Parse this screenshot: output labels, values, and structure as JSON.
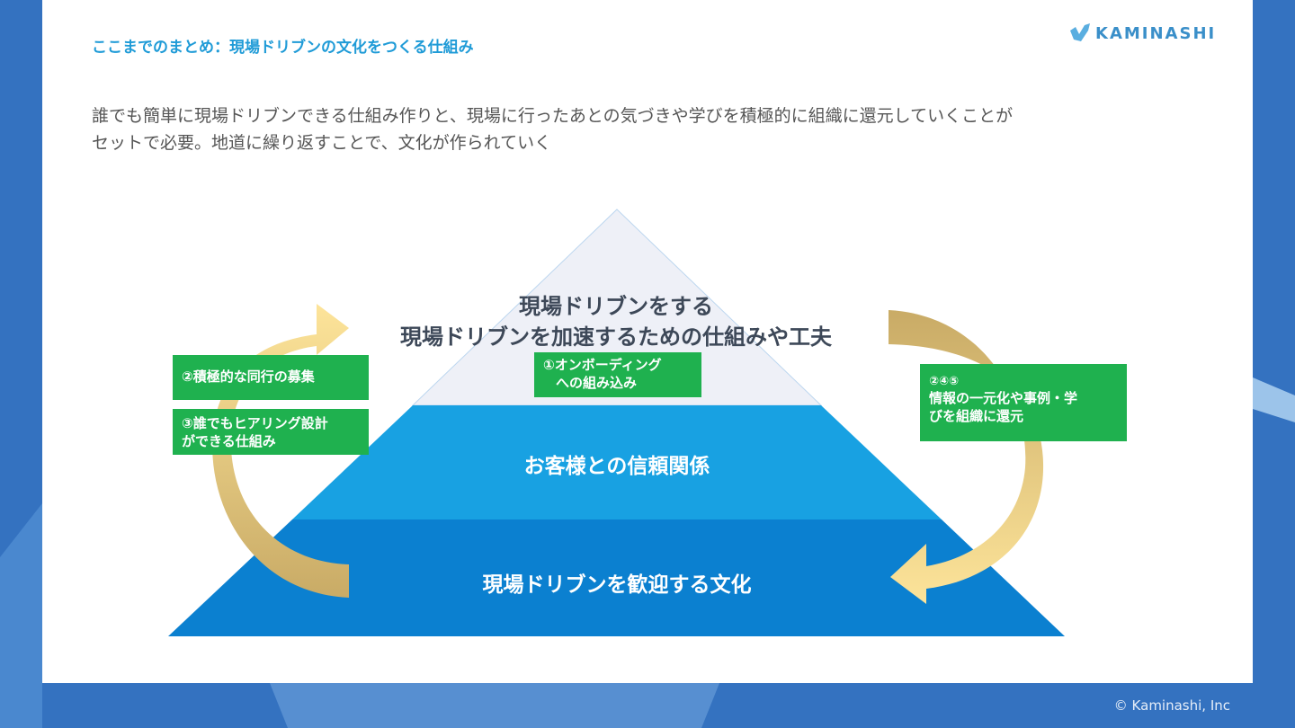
{
  "slide": {
    "title": "ここまでのまとめ：現場ドリブンの文化をつくる仕組み",
    "logo": "KAMINASHI",
    "body_lines": [
      "誰でも簡単に現場ドリブンできる仕組み作りと、現場に行ったあとの気づきや学びを積極的に組織に還元していくことが",
      "セットで必要。地道に繰り返すことで、文化が作られていく"
    ],
    "footer": "© Kaminashi, Inc"
  },
  "pyramid": {
    "top_lines": [
      "現場ドリブンをする",
      "現場ドリブンを加速するための仕組みや工夫"
    ],
    "middle": "お客様との信頼関係",
    "bottom": "現場ドリブンを歓迎する文化"
  },
  "boxes": {
    "b1": "②積極的な同行の募集",
    "b2": [
      "③誰でもヒアリング設計",
      "ができる仕組み"
    ],
    "b3": [
      "①オンボーディング",
      "への組み込み"
    ],
    "b4": [
      "②④⑤",
      "情報の一元化や事例・学",
      "びを組織に還元"
    ]
  },
  "colors": {
    "accent": "#1f9bd7",
    "green": "#1fb14f",
    "top": "#eef0f7",
    "middle": "#18a1e2",
    "bottom": "#0b80d0",
    "arrow": "#d9bb72"
  }
}
